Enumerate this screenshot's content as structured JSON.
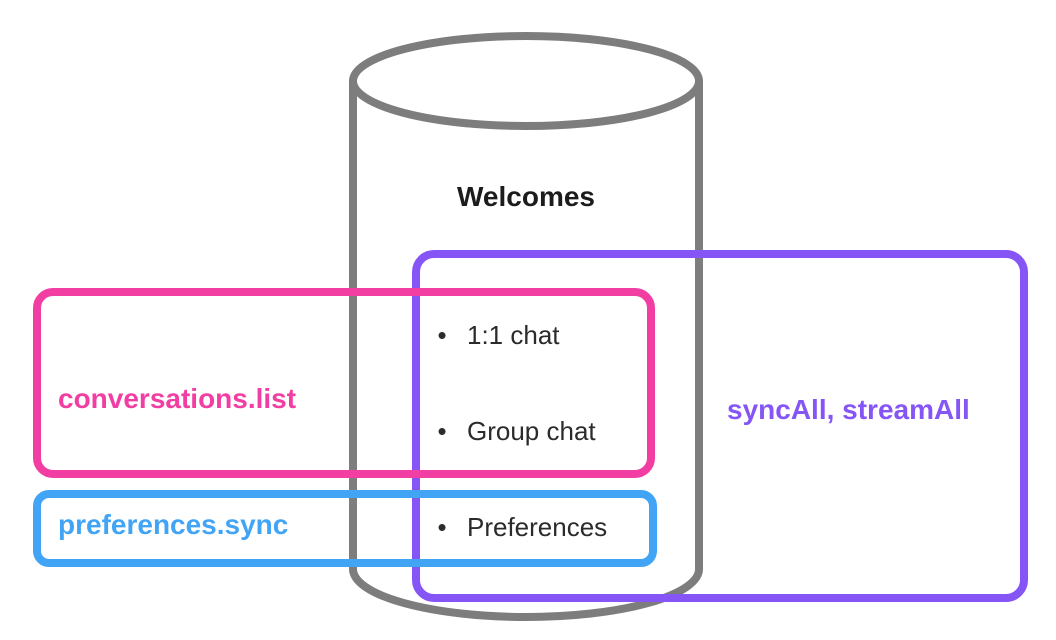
{
  "diagram": {
    "bullet_char": "•",
    "cylinder": {
      "title": "Welcomes",
      "items": [
        {
          "label": "1:1 chat"
        },
        {
          "label": "Group chat"
        },
        {
          "label": "Preferences"
        }
      ]
    },
    "overlays": {
      "conversations_list": {
        "label": "conversations.list",
        "color": "#f23ea2"
      },
      "preferences_sync": {
        "label": "preferences.sync",
        "color": "#41a4f5"
      },
      "sync_all": {
        "label": "syncAll, streamAll",
        "color": "#8655f6"
      }
    },
    "colors": {
      "cylinder_stroke": "#7d7d7d",
      "title_text": "#1c1c1c",
      "item_text": "#2b2b2b",
      "pink": "#f23ea2",
      "blue": "#41a4f5",
      "purple": "#8655f6",
      "background": "#ffffff"
    }
  }
}
